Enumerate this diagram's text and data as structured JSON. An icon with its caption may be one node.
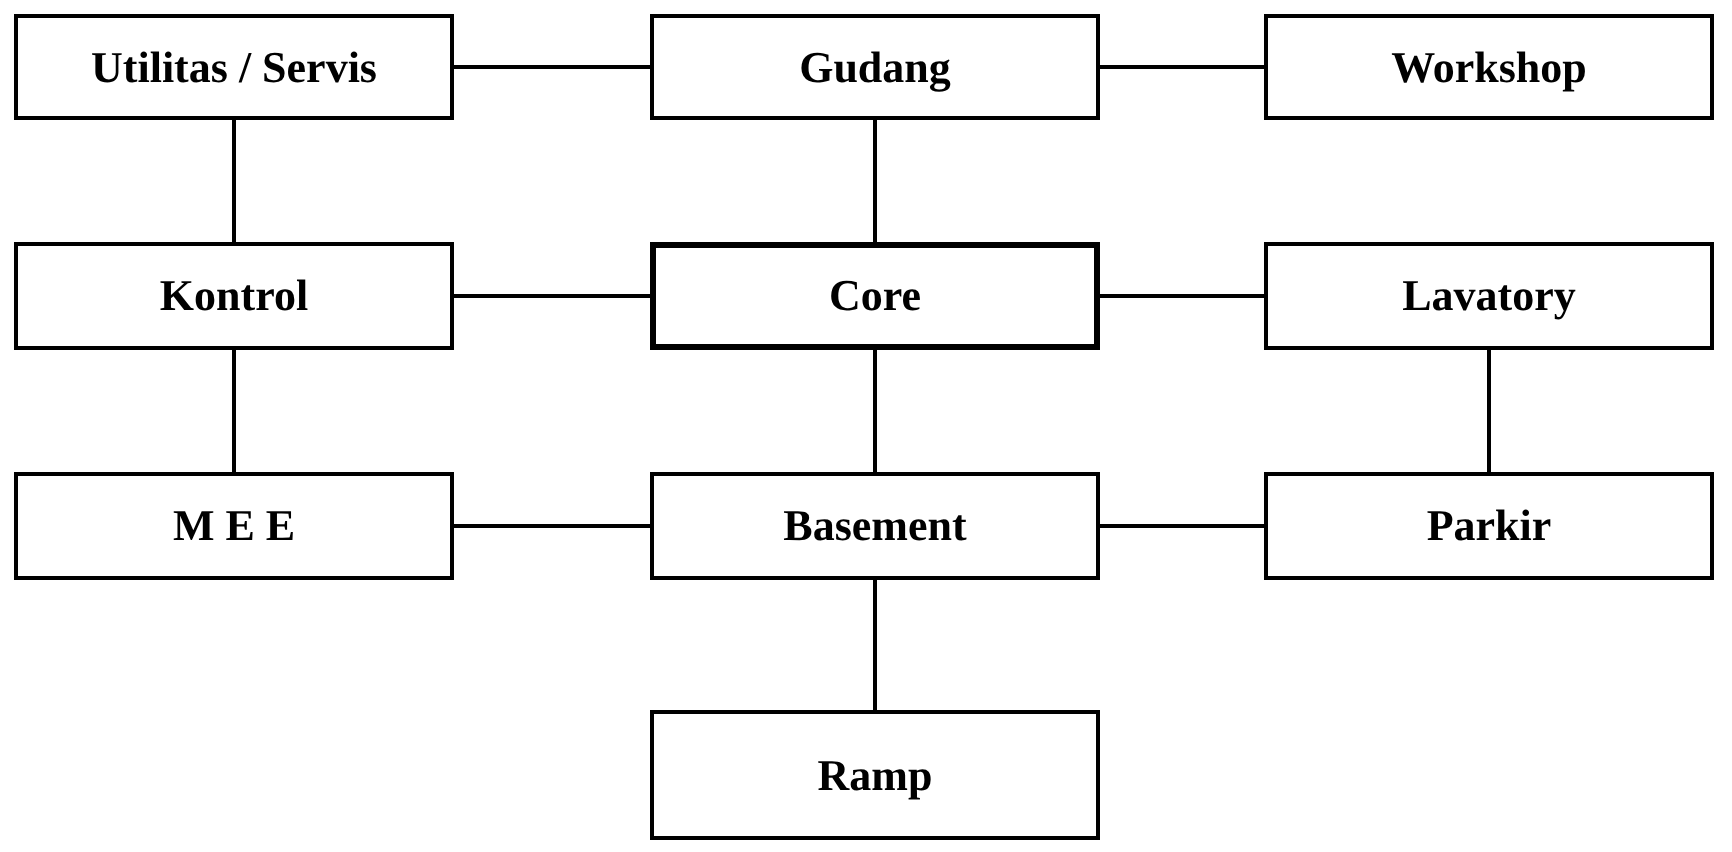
{
  "diagram": {
    "nodes": [
      {
        "text": [
          "Utilitas / Servis"
        ]
      },
      {
        "text": [
          "Gudang"
        ]
      },
      {
        "text": [
          "Workshop"
        ]
      },
      {
        "text": [
          "Kontrol"
        ]
      },
      {
        "text": [
          "Core"
        ]
      },
      {
        "text": [
          "Lavatory"
        ]
      },
      {
        "text": [
          "M E E"
        ]
      },
      {
        "text": [
          "Basement"
        ]
      },
      {
        "text": [
          "Parkir"
        ]
      },
      {
        "text": [
          "Ramp"
        ]
      }
    ],
    "edges": [
      {
        "from": 0,
        "to": 1,
        "arrow": "none"
      },
      {
        "from": 1,
        "to": 2,
        "arrow": "none"
      },
      {
        "from": 0,
        "to": 3,
        "arrow": "none"
      },
      {
        "from": 1,
        "to": 4,
        "arrow": "none"
      },
      {
        "from": 3,
        "to": 4,
        "arrow": "none"
      },
      {
        "from": 4,
        "to": 5,
        "arrow": "none"
      },
      {
        "from": 5,
        "to": 8,
        "arrow": "none"
      },
      {
        "from": 3,
        "to": 6,
        "arrow": "none"
      },
      {
        "from": 4,
        "to": 7,
        "arrow": "none"
      },
      {
        "from": 6,
        "to": 7,
        "arrow": "none"
      },
      {
        "from": 7,
        "to": 8,
        "arrow": "none"
      },
      {
        "from": 7,
        "to": 9,
        "arrow": "none"
      }
    ]
  }
}
